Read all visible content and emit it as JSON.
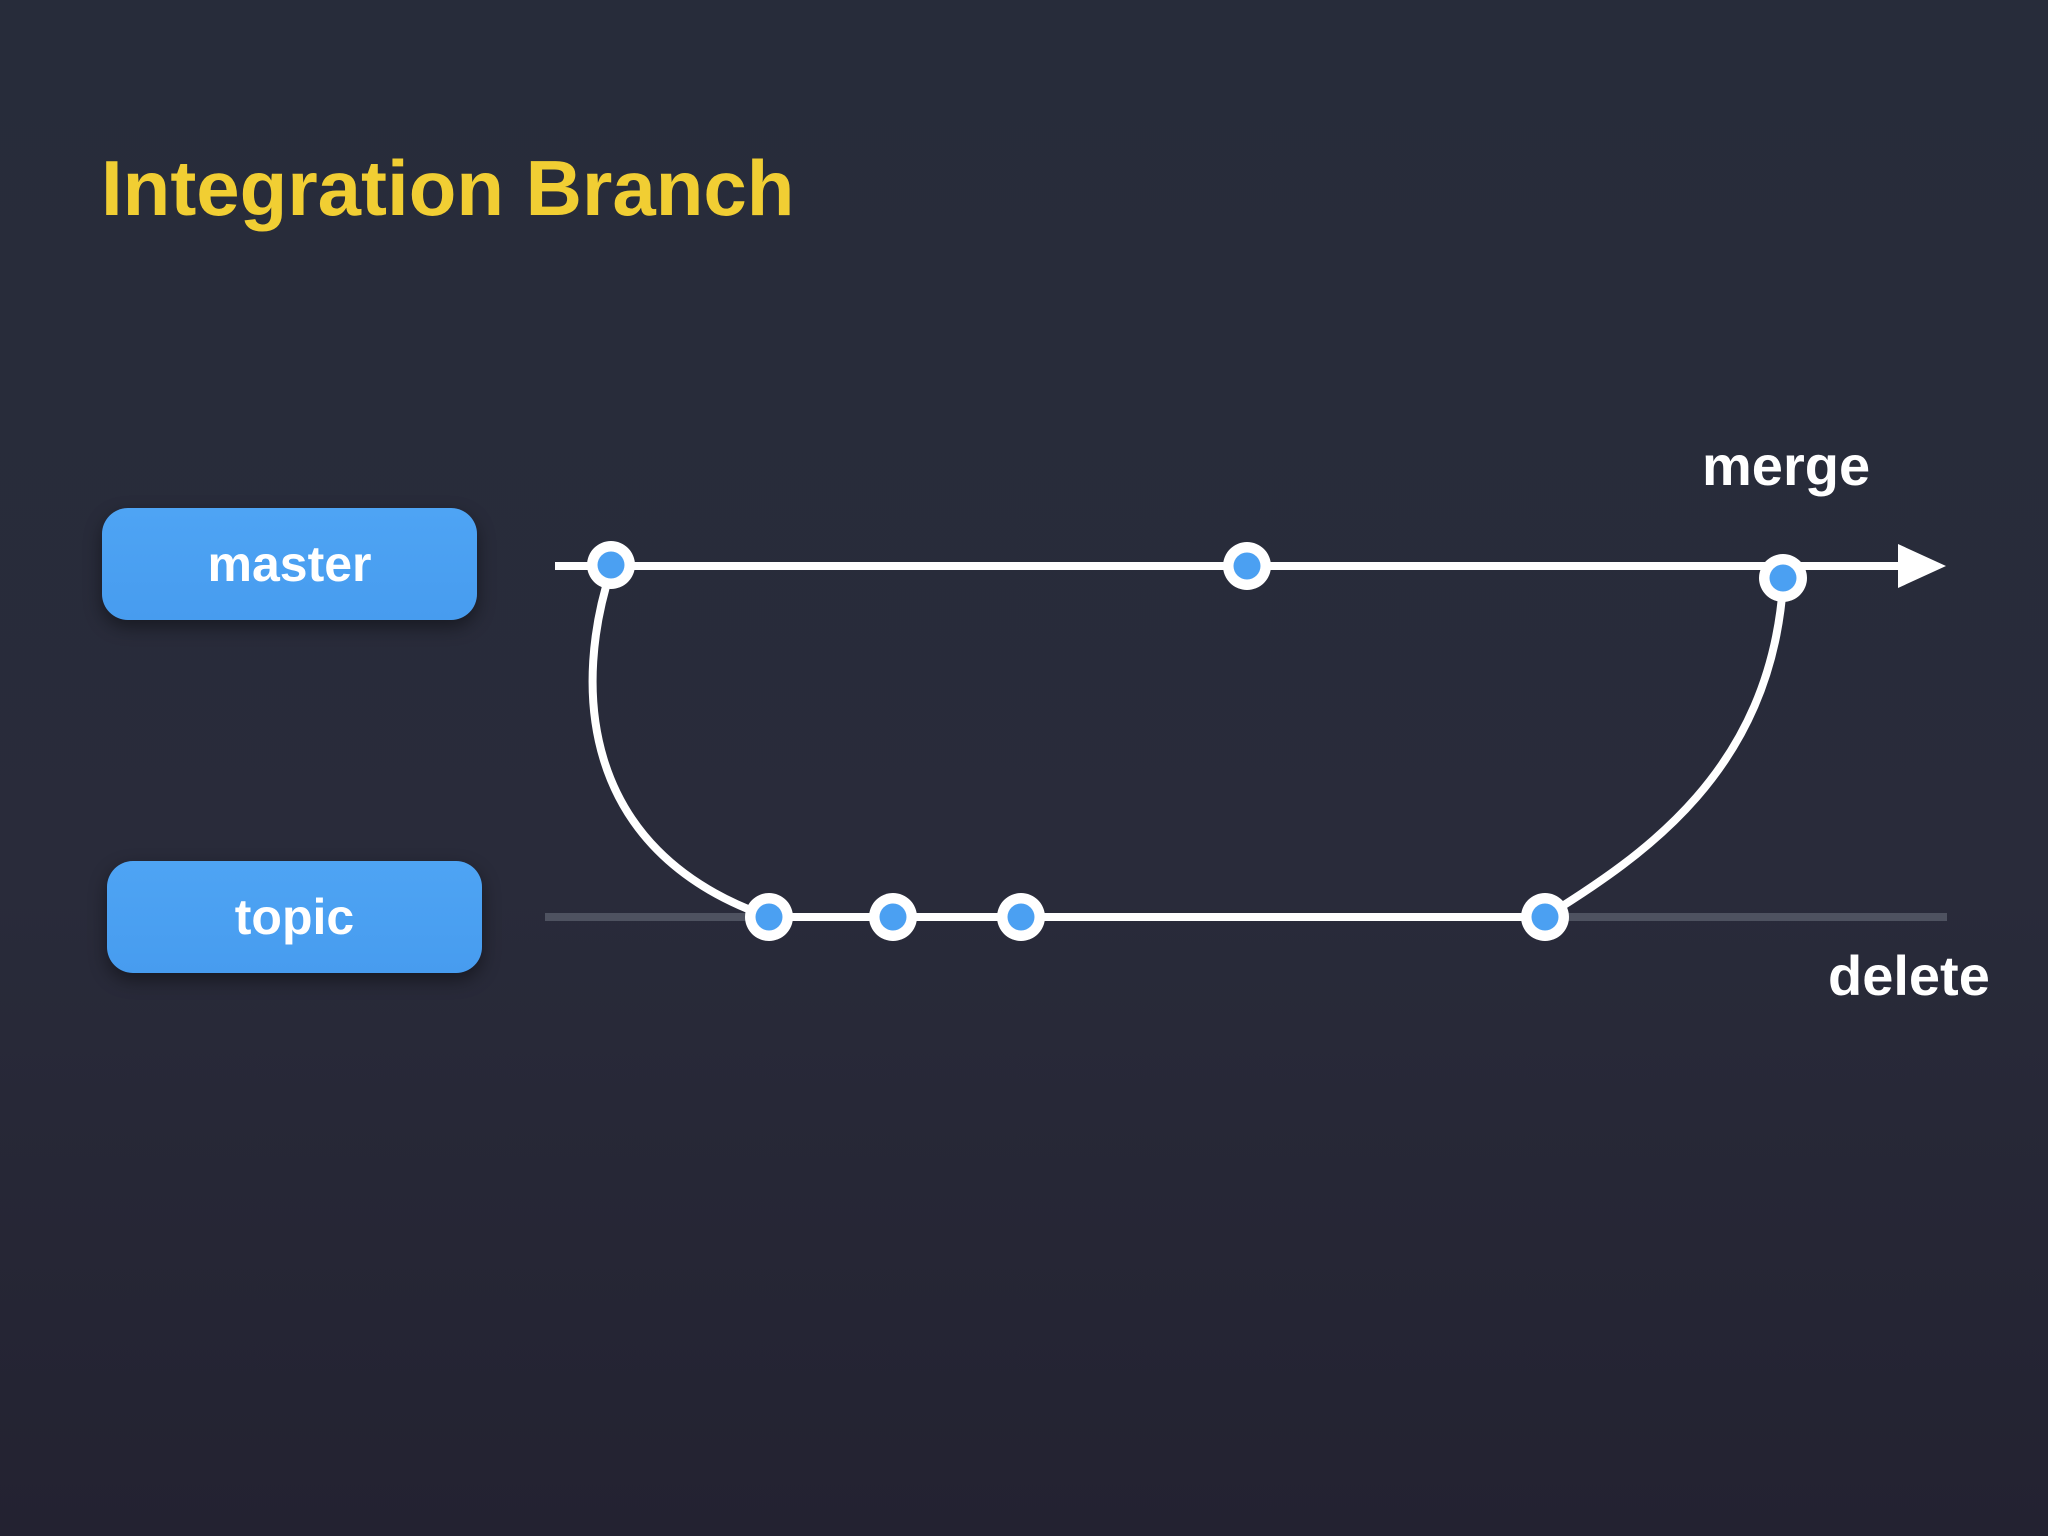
{
  "slide": {
    "title": "Integration Branch"
  },
  "colors": {
    "background_top": "#272C3A",
    "background_bottom": "#232231",
    "accent_blue": "#4BA0F2",
    "title_yellow": "#F1CE33",
    "line_white": "#FFFFFF",
    "inactive_gray": "#4E5260"
  },
  "branches": [
    {
      "label": "master",
      "commit_dots": 3,
      "line_style": "active-arrow"
    },
    {
      "label": "topic",
      "commit_dots": 4,
      "line_style": "active-over-inactive"
    }
  ],
  "annotations": {
    "merge": "merge",
    "delete": "delete"
  }
}
